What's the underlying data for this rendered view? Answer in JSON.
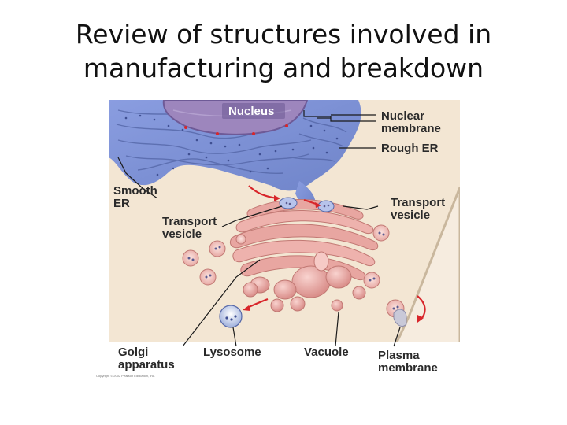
{
  "title": {
    "line1": "Review of structures involved in",
    "line2": "manufacturing and breakdown"
  },
  "diagram": {
    "labels": {
      "nucleus": "Nucleus",
      "nuclear_membrane_1": "Nuclear",
      "nuclear_membrane_2": "membrane",
      "rough_er": "Rough ER",
      "smooth_er_1": "Smooth",
      "smooth_er_2": "ER",
      "transport_vesicle_left_1": "Transport",
      "transport_vesicle_left_2": "vesicle",
      "transport_vesicle_right_1": "Transport",
      "transport_vesicle_right_2": "vesicle",
      "golgi_1": "Golgi",
      "golgi_2": "apparatus",
      "lysosome": "Lysosome",
      "vacuole": "Vacuole",
      "plasma_membrane_1": "Plasma",
      "plasma_membrane_2": "membrane"
    },
    "copyright": "Copyright © 2002 Pearson Education, Inc.",
    "colors": {
      "cytoplasm": "#f3e6d3",
      "er": "#7f93d3",
      "nucleus": "#9d86bd",
      "golgi": "#e8a6a1",
      "arrow": "#d8262b"
    }
  }
}
